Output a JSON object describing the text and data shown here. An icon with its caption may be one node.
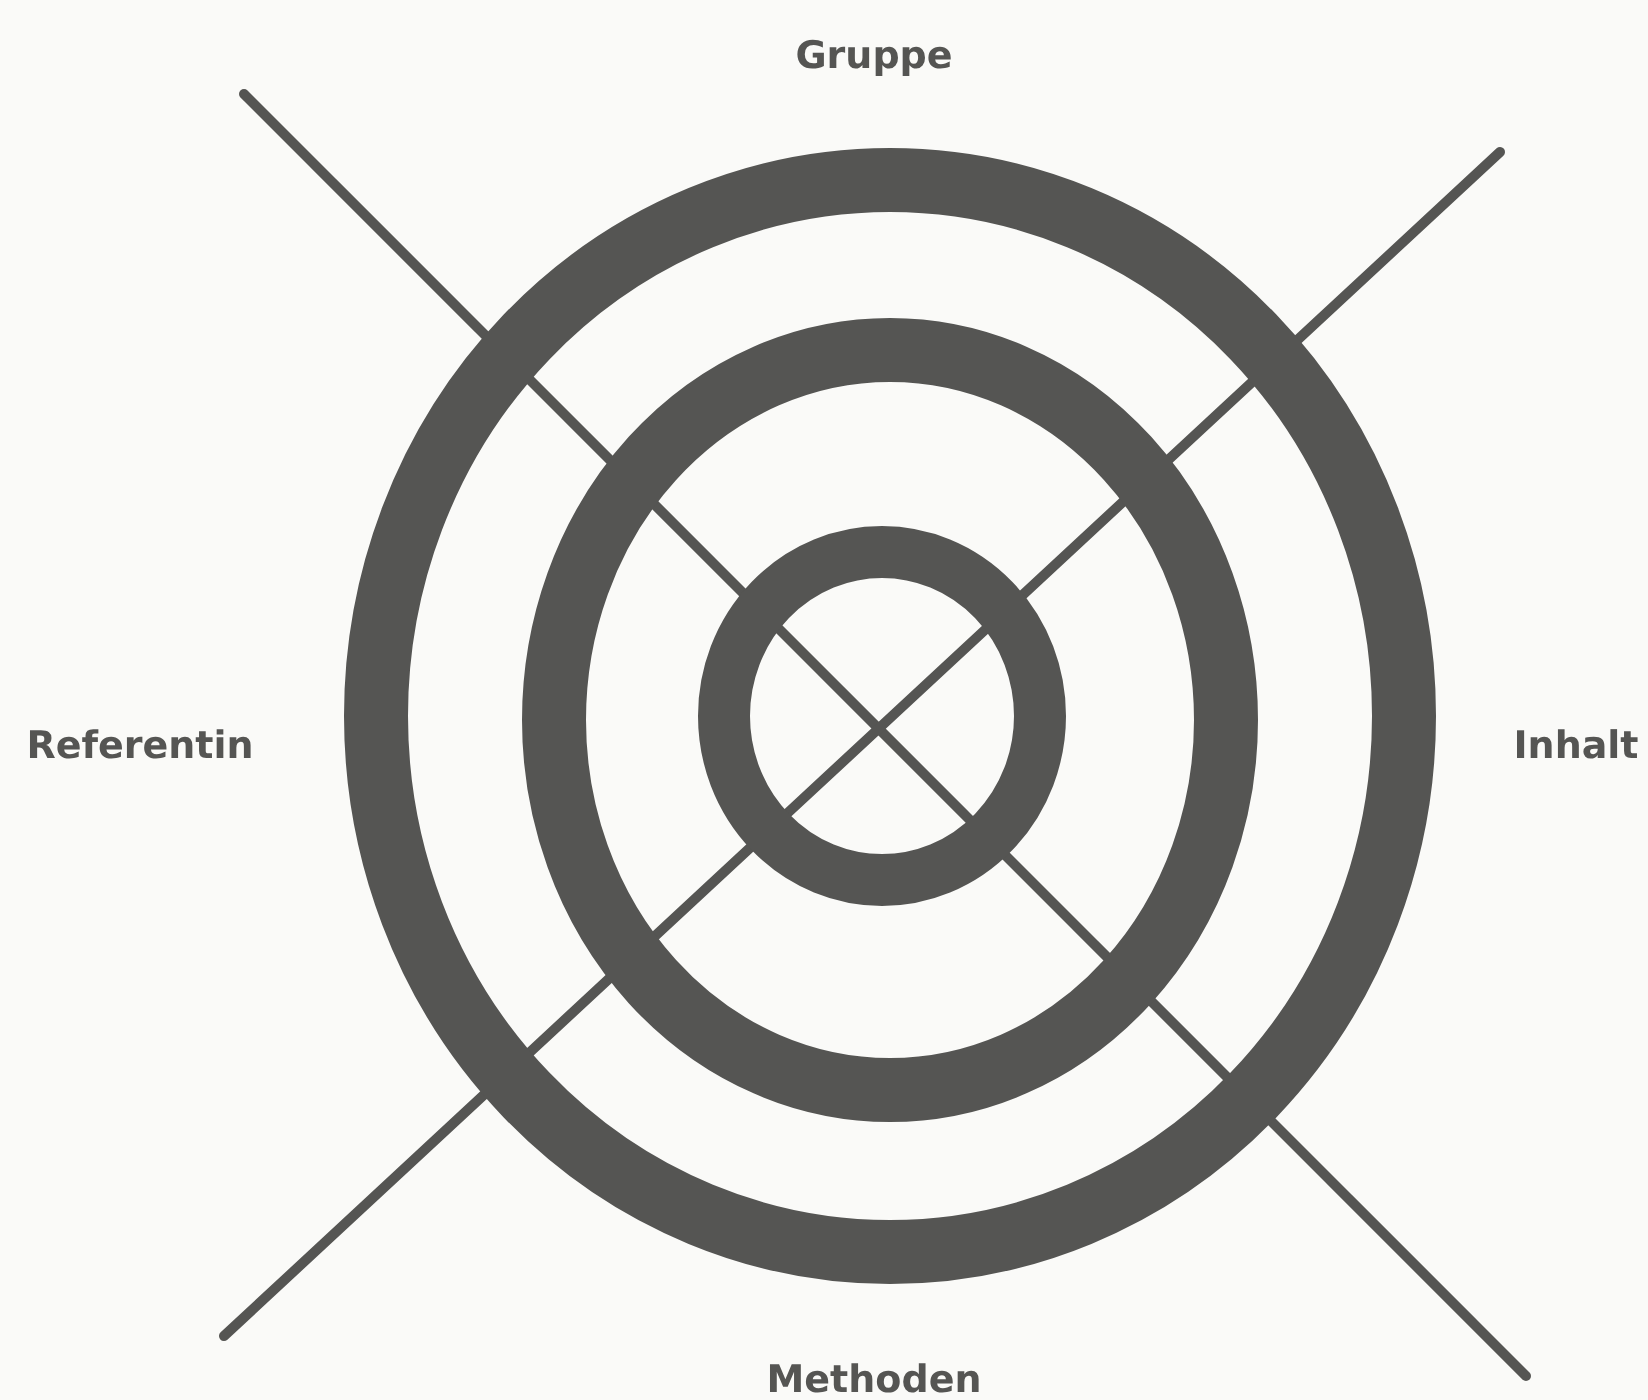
{
  "diagram": {
    "labels": [
      "Gruppe",
      "Referentin",
      "Inhalt",
      "Methoden"
    ]
  }
}
